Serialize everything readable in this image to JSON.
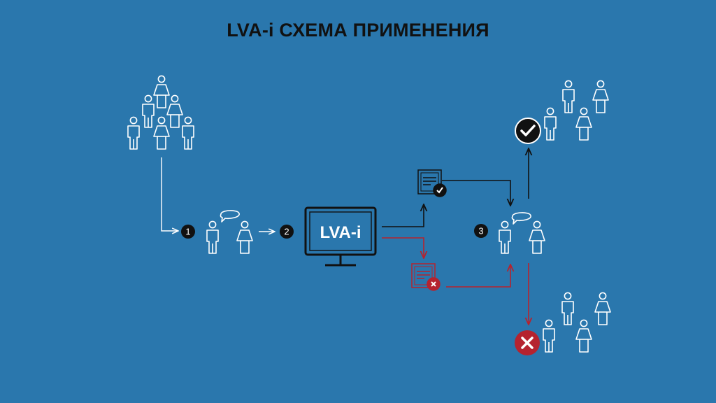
{
  "title": "LVA-i СХЕМА ПРИМЕНЕНИЯ",
  "steps": [
    "1",
    "2",
    "3"
  ],
  "monitor_label": "LVA-i",
  "icons": {
    "person": "person-icon",
    "speech": "speech-bubble-icon",
    "monitor": "monitor-icon",
    "report_pass": "report-pass-icon",
    "report_fail": "report-fail-icon",
    "pass": "check-circle-icon",
    "fail": "cross-circle-icon"
  },
  "colors": {
    "background": "#2a77ad",
    "title": "#111111",
    "line": "#ffffff",
    "accept": "#111111",
    "reject": "#b5232f",
    "badge": "#111111"
  }
}
